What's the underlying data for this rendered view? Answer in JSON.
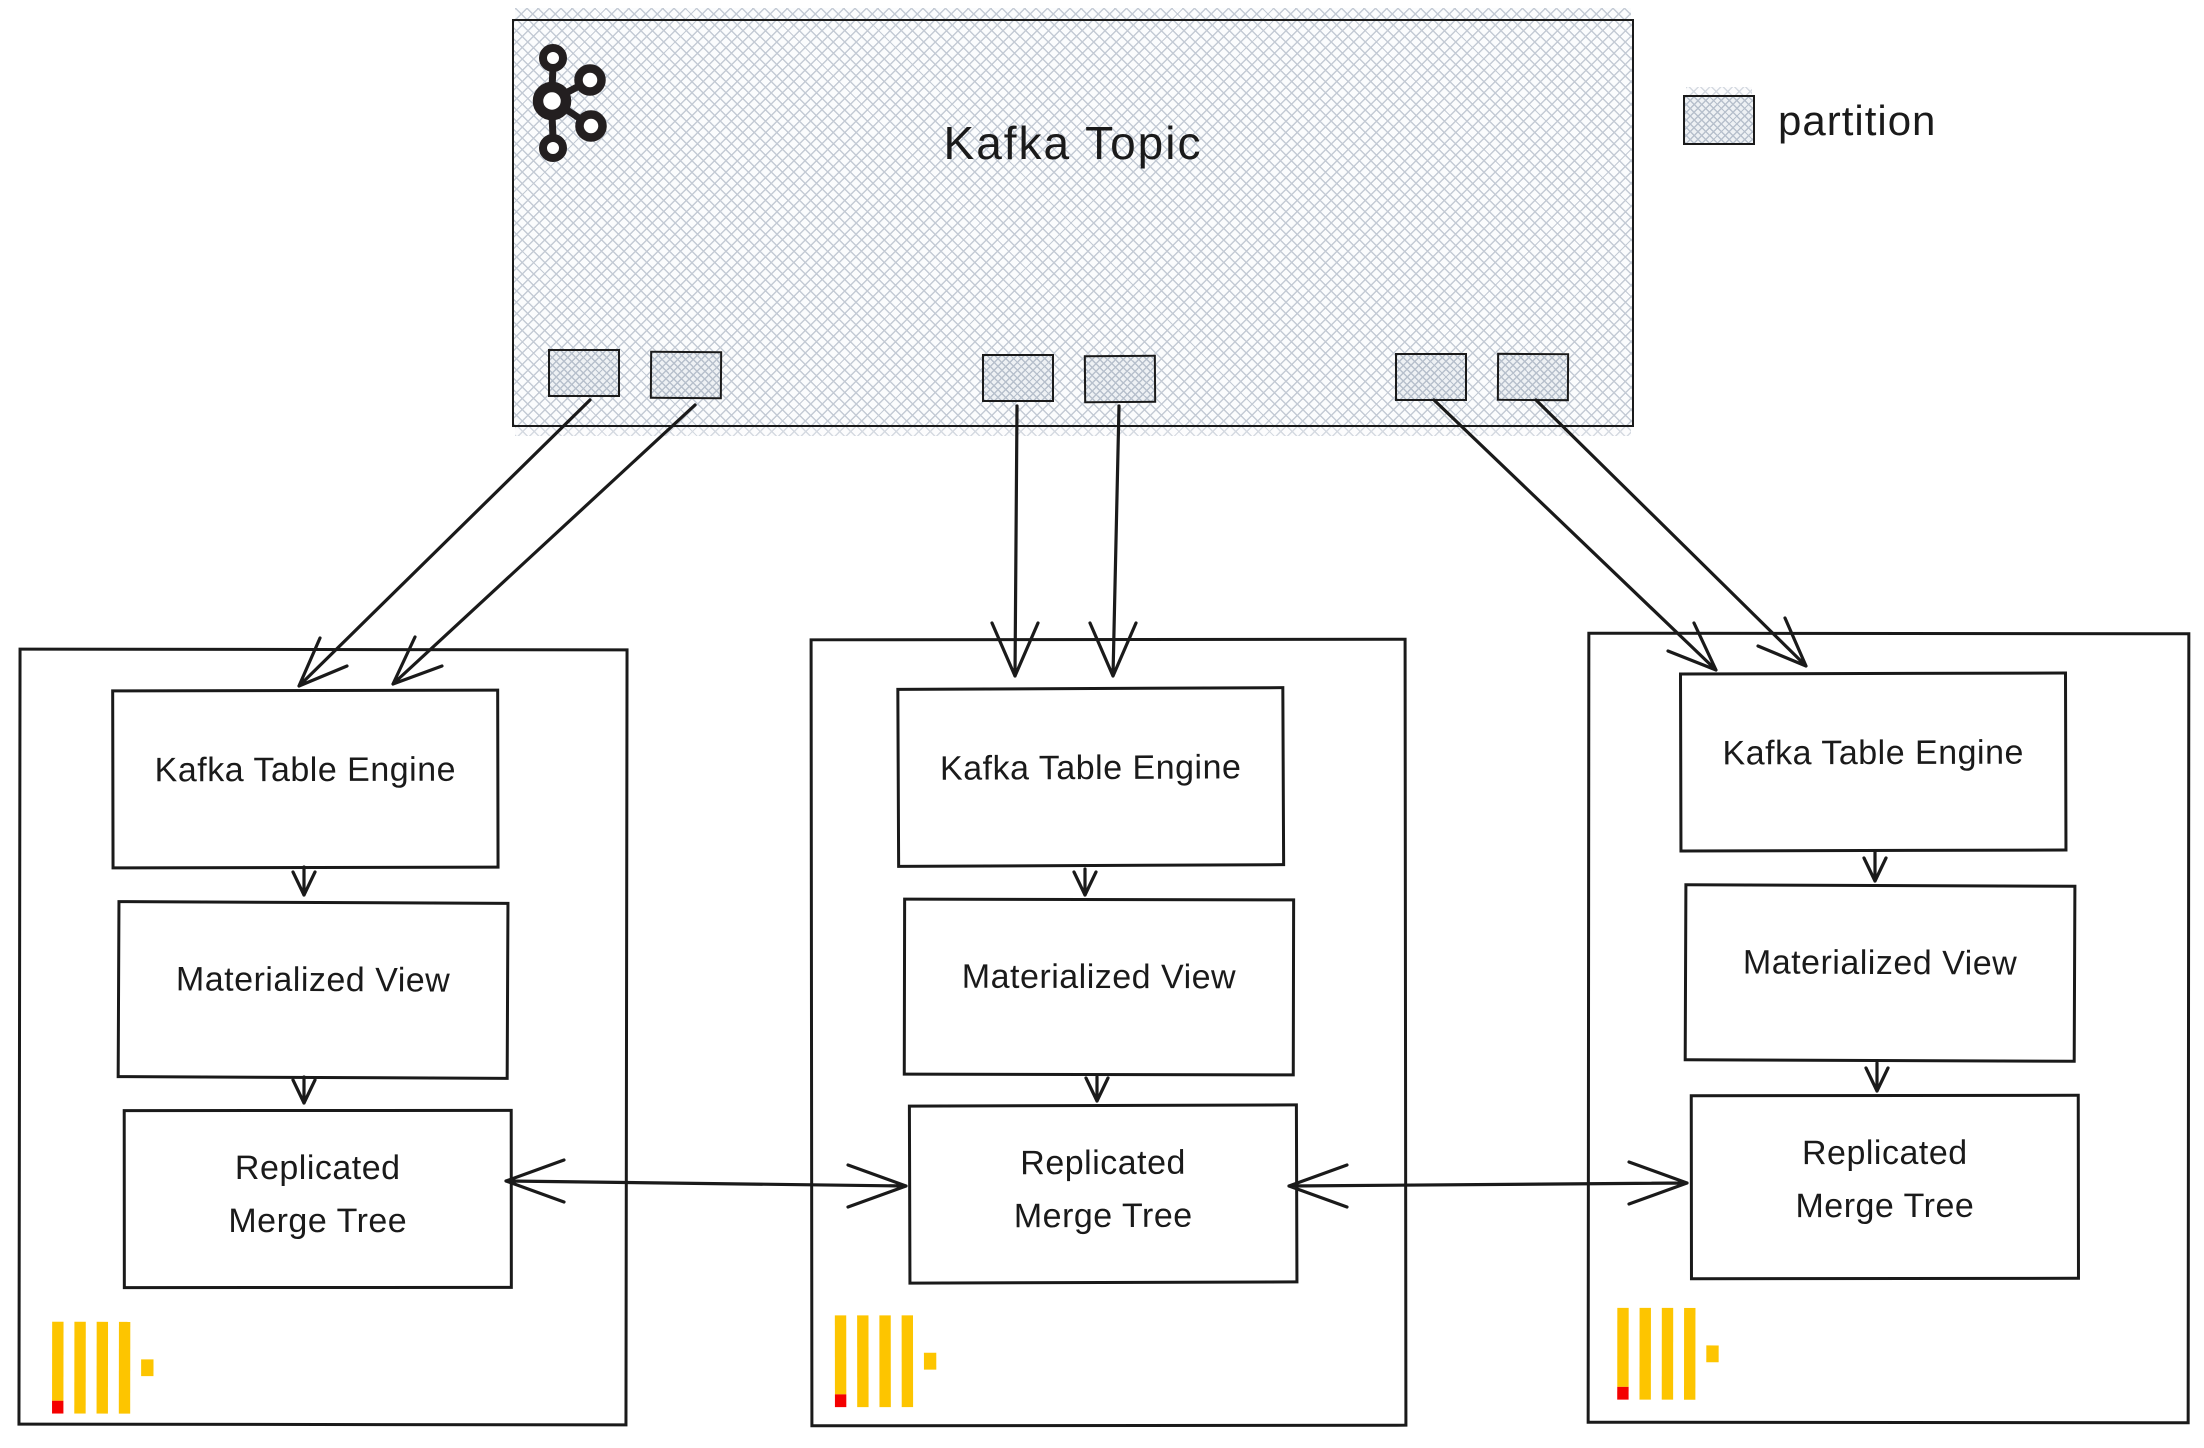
{
  "diagram": {
    "kafka_topic": {
      "label": "Kafka Topic",
      "partition_count": 6
    },
    "legend": {
      "label": "partition"
    },
    "nodes": [
      {
        "id": "replica-1",
        "kafka_table_engine": "Kafka Table Engine",
        "materialized_view": "Materialized View",
        "replicated_merge_tree": [
          "Replicated",
          "Merge Tree"
        ]
      },
      {
        "id": "replica-2",
        "kafka_table_engine": "Kafka Table Engine",
        "materialized_view": "Materialized View",
        "replicated_merge_tree": [
          "Replicated",
          "Merge Tree"
        ]
      },
      {
        "id": "replica-3",
        "kafka_table_engine": "Kafka Table Engine",
        "materialized_view": "Materialized View",
        "replicated_merge_tree": [
          "Replicated",
          "Merge Tree"
        ]
      }
    ],
    "icons": {
      "kafka_logo": "apache-kafka-logo",
      "clickhouse_logo": "clickhouse-logo"
    },
    "colors": {
      "ink": "#1a1a1a",
      "hatch_line": "#c4cbd5",
      "hatch_bg": "#fbfcfd",
      "clickhouse_yellow": "#fdc500",
      "clickhouse_red": "#f40000"
    }
  }
}
